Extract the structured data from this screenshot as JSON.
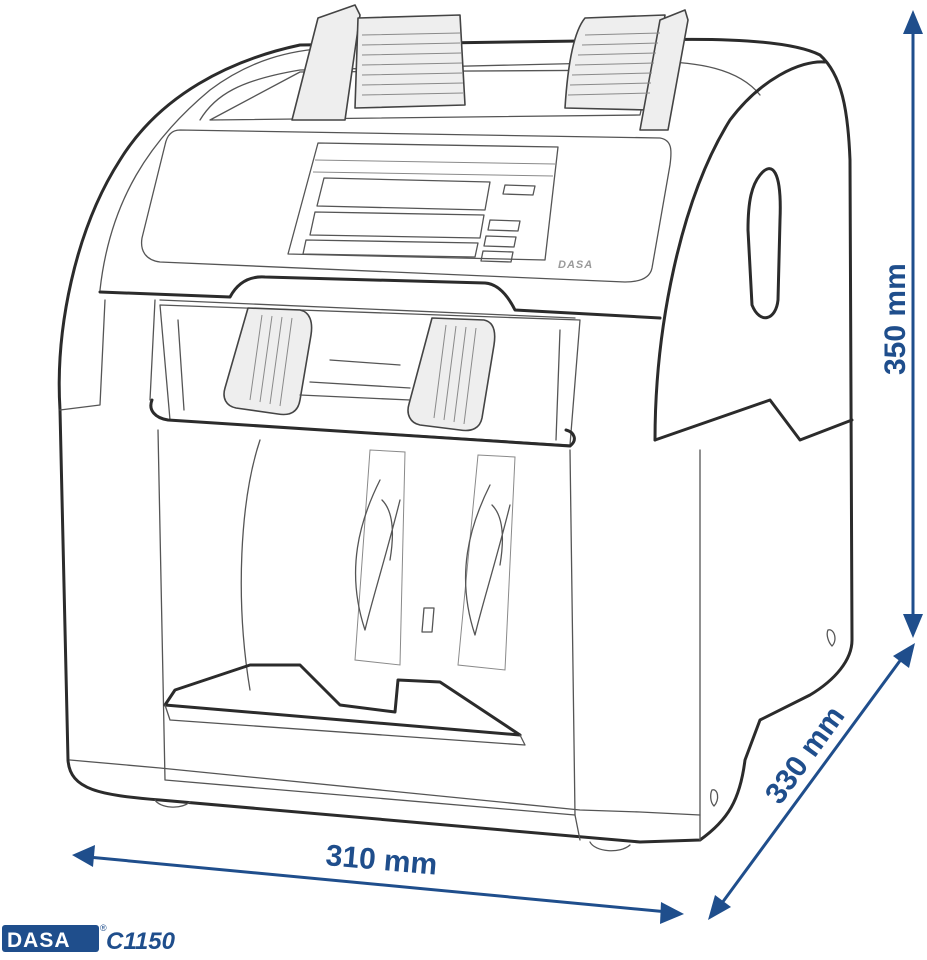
{
  "dimensions": {
    "height_label": "350 mm",
    "depth_label": "330 mm",
    "width_label": "310 mm"
  },
  "brand": {
    "logo": "DASA",
    "registered": "®",
    "model": "C1150"
  },
  "machine": {
    "panel_logo": "DASA"
  },
  "colors": {
    "dimension": "#1f4e8c",
    "outline": "#2b2b2b"
  }
}
